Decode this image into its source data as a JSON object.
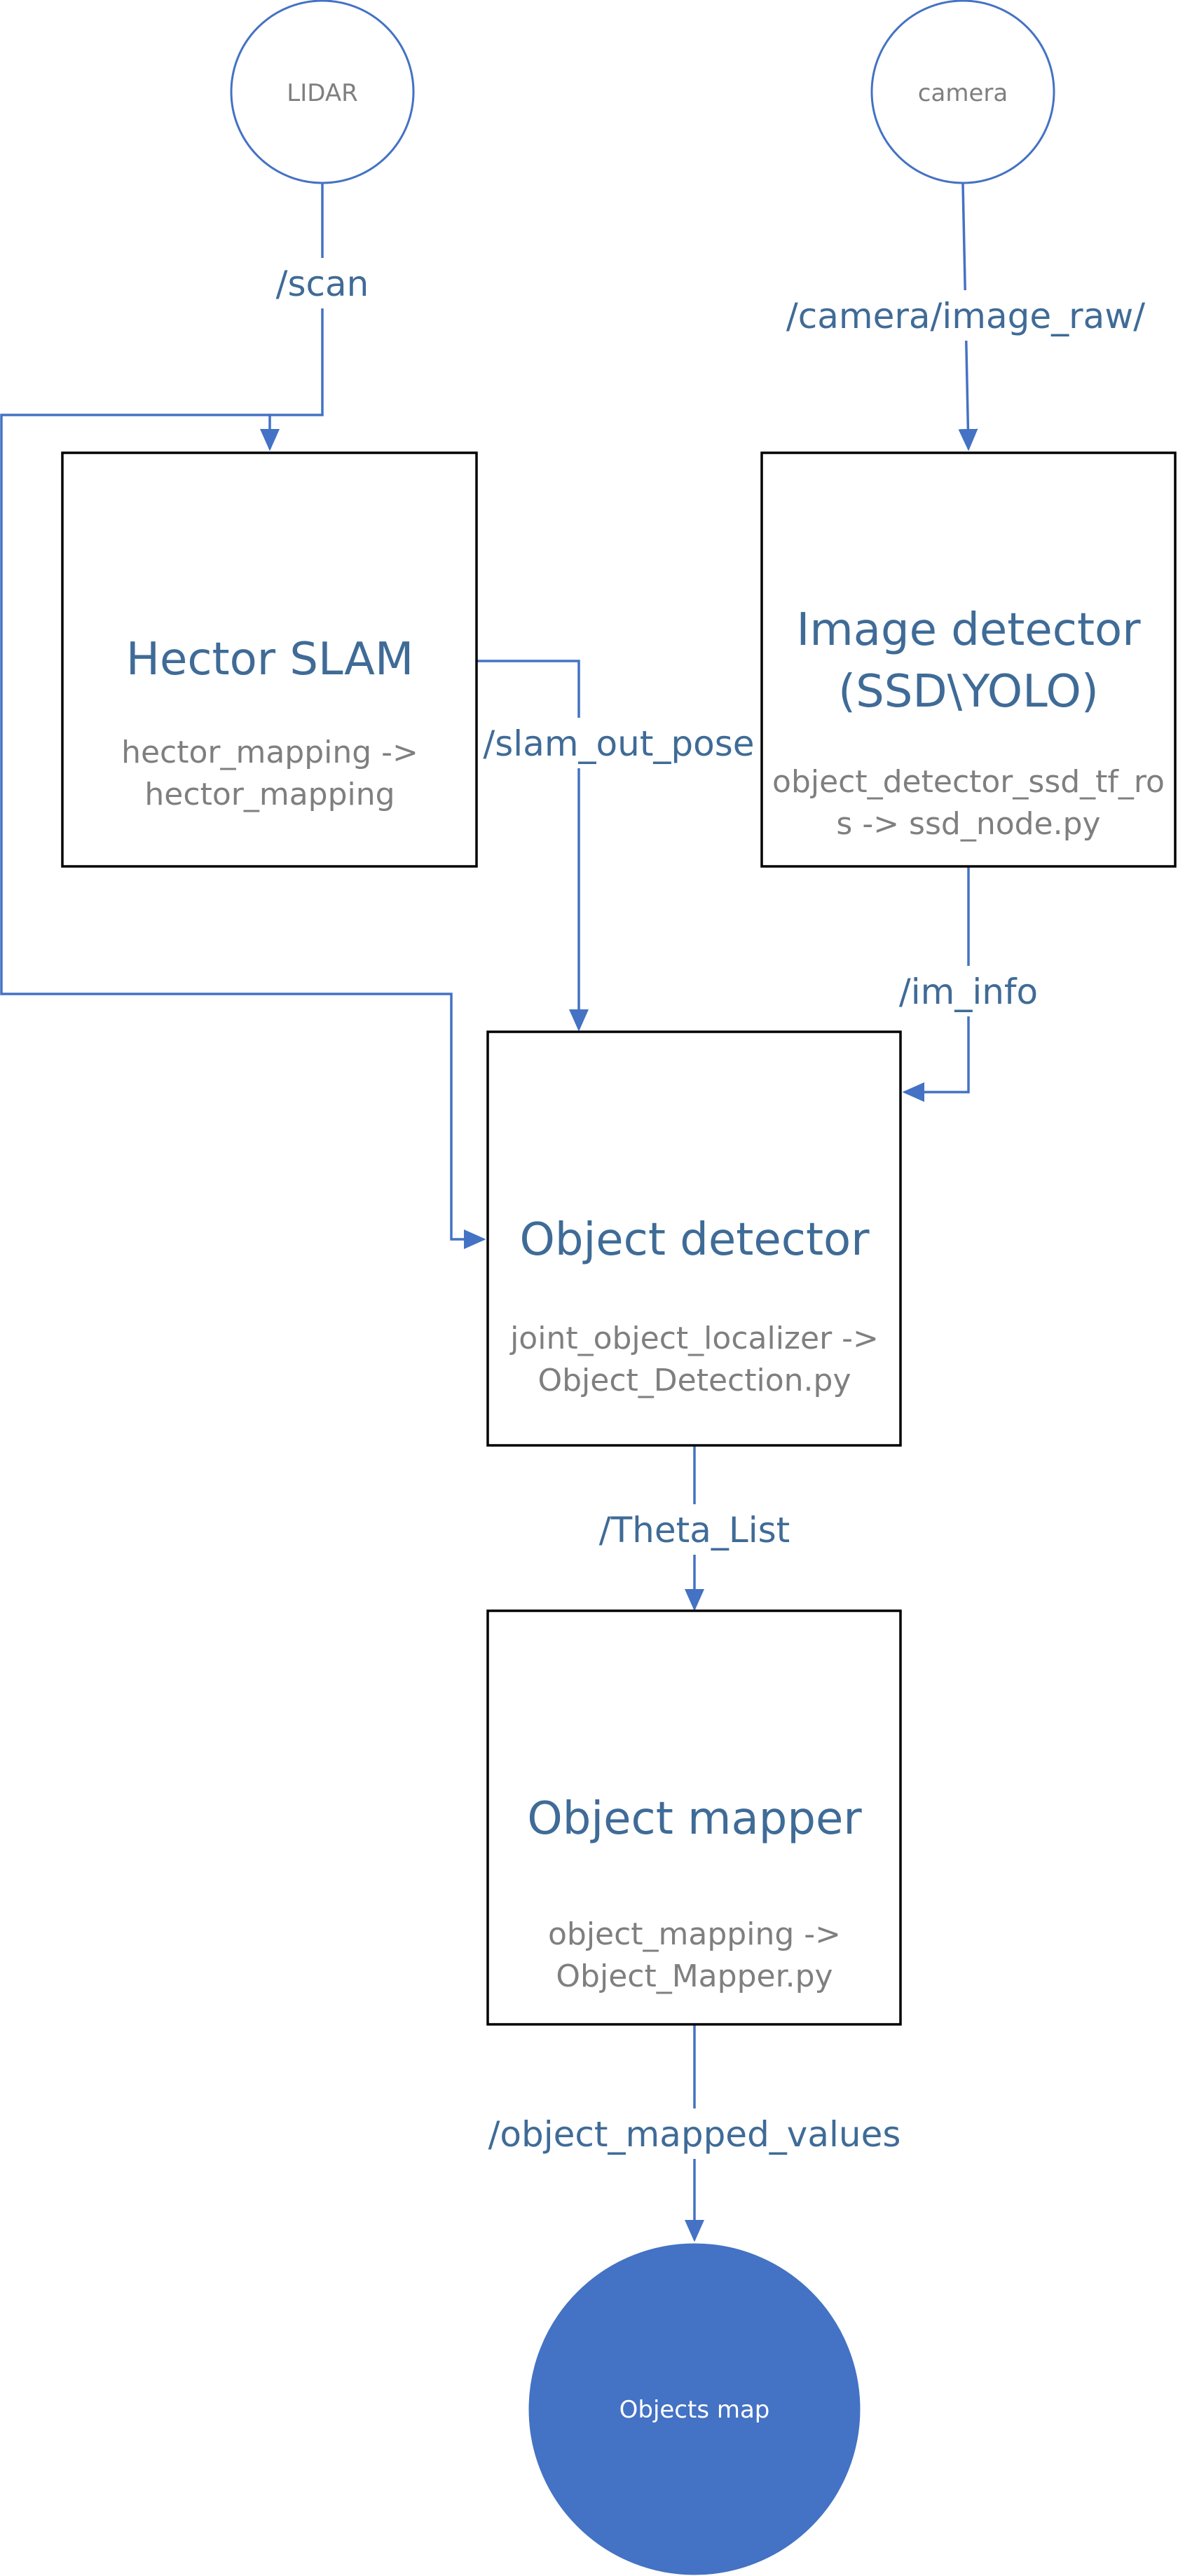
{
  "nodes": {
    "lidar": {
      "label": "LIDAR"
    },
    "camera": {
      "label": "camera"
    },
    "hector_slam": {
      "title": "Hector SLAM",
      "sub1": "hector_mapping ->",
      "sub2": "hector_mapping"
    },
    "image_detector": {
      "title1": "Image detector",
      "title2": "(SSD\\YOLO)",
      "sub1": "object_detector_ssd_tf_ro",
      "sub2": "s -> ssd_node.py"
    },
    "object_detector": {
      "title": "Object detector",
      "sub1": "joint_object_localizer ->",
      "sub2": "Object_Detection.py"
    },
    "object_mapper": {
      "title": "Object mapper",
      "sub1": "object_mapping ->",
      "sub2": "Object_Mapper.py"
    },
    "objects_map": {
      "label": "Objects map"
    }
  },
  "topics": {
    "scan": "/scan",
    "camera_image_raw": "/camera/image_raw/",
    "slam_out_pose": "/slam_out_pose",
    "im_info": "/im_info",
    "theta_list": "/Theta_List",
    "object_mapped_values": "/object_mapped_values"
  },
  "colors": {
    "accent": "#4472c4",
    "title_text": "#3f6b97",
    "muted_text": "#7f7f7f",
    "box_border": "#000000"
  }
}
